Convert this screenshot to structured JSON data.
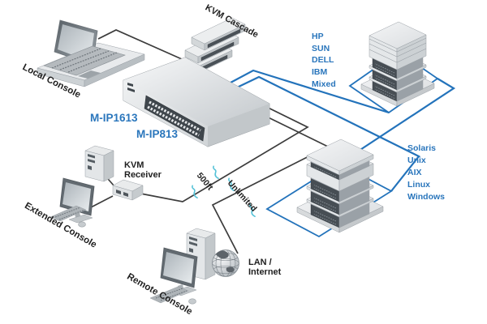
{
  "labels": {
    "local_console": "Local Console",
    "kvm_cascade": "KVM Cascade",
    "model_primary": "M-IP1613",
    "model_secondary": "M-IP813",
    "kvm_receiver_line1": "KVM",
    "kvm_receiver_line2": "Receiver",
    "extended_console": "Extended Console",
    "remote_console": "Remote Console",
    "lan_line1": "LAN /",
    "lan_line2": "Internet",
    "distance_local": "500ft",
    "distance_remote": "Unlimited"
  },
  "server_groups": {
    "top": [
      "HP",
      "SUN",
      "DELL",
      "IBM",
      "Mixed"
    ],
    "bottom": [
      "Solaris",
      "Unix",
      "AIX",
      "Linux",
      "Windows"
    ]
  },
  "colors": {
    "accent_blue": "#2a76bc",
    "line_blue": "#2373bb",
    "line_black": "#3c3c3c",
    "cable_tan": "#b5916f",
    "break_cyan": "#55c2d7"
  }
}
